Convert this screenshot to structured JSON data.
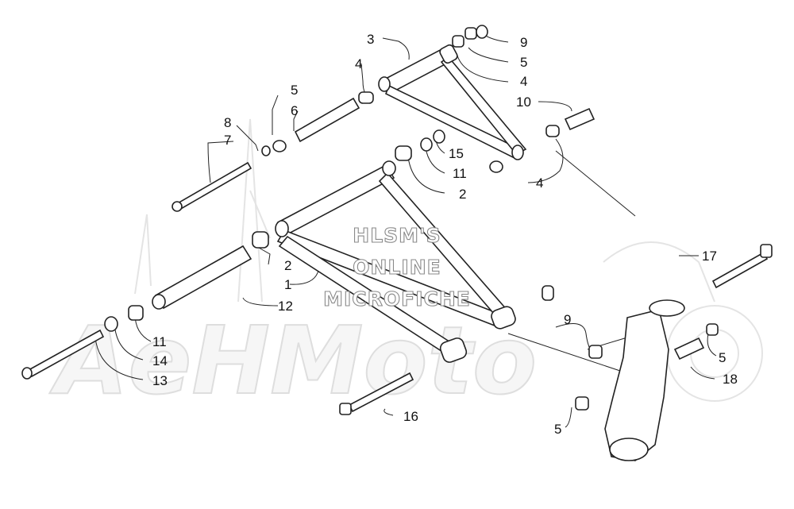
{
  "watermark": {
    "line1": "HLSM'S",
    "line2": "ONLINE",
    "line3": "MICROFICHE",
    "logo_text": "AeHMoto"
  },
  "callouts": {
    "c3": "3",
    "c9a": "9",
    "c5a": "5",
    "c4a": "4",
    "c4b": "4",
    "c10": "10",
    "c4c": "4",
    "c5b": "5",
    "c6": "6",
    "c8": "8",
    "c7": "7",
    "c15": "15",
    "c11a": "11",
    "c2a": "2",
    "c2b": "2",
    "c1": "1",
    "c12": "12",
    "c11b": "11",
    "c14": "14",
    "c13": "13",
    "c9b": "9",
    "c17": "17",
    "c5c": "5",
    "c18": "18",
    "c16": "16",
    "c5d": "5"
  },
  "colors": {
    "line": "#222222",
    "watermark": "#8a8a8a",
    "background": "#ffffff"
  }
}
